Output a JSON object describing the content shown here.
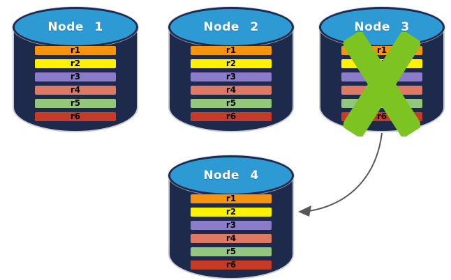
{
  "colors": {
    "cylinder_body": "#1E2A4C",
    "cylinder_top": "#2E9AD3",
    "cylinder_outline": "#C7CBDC",
    "failure_x": "#7DC423",
    "arrow": "#575757"
  },
  "nodes": [
    {
      "id": "node-1",
      "label": "Node 1",
      "failed": false,
      "replicas": [
        {
          "label": "r1",
          "color": "#F7940E"
        },
        {
          "label": "r2",
          "color": "#FEF200"
        },
        {
          "label": "r3",
          "color": "#8A7CC8"
        },
        {
          "label": "r4",
          "color": "#DE7A64"
        },
        {
          "label": "r5",
          "color": "#92C77D"
        },
        {
          "label": "r6",
          "color": "#C53B27"
        }
      ]
    },
    {
      "id": "node-2",
      "label": "Node 2",
      "failed": false,
      "replicas": [
        {
          "label": "r1",
          "color": "#F7940E"
        },
        {
          "label": "r2",
          "color": "#FEF200"
        },
        {
          "label": "r3",
          "color": "#8A7CC8"
        },
        {
          "label": "r4",
          "color": "#DE7A64"
        },
        {
          "label": "r5",
          "color": "#92C77D"
        },
        {
          "label": "r6",
          "color": "#C53B27"
        }
      ]
    },
    {
      "id": "node-3",
      "label": "Node 3",
      "failed": true,
      "replicas": [
        {
          "label": "r1",
          "color": "#F7940E"
        },
        {
          "label": "r2",
          "color": "#FEF200"
        },
        {
          "label": "r3",
          "color": "#8A7CC8"
        },
        {
          "label": "r4",
          "color": "#DE7A64"
        },
        {
          "label": "r5",
          "color": "#92C77D"
        },
        {
          "label": "r6",
          "color": "#C53B27"
        }
      ]
    },
    {
      "id": "node-4",
      "label": "Node 4",
      "failed": false,
      "replicas": [
        {
          "label": "r1",
          "color": "#F7940E"
        },
        {
          "label": "r2",
          "color": "#FEF200"
        },
        {
          "label": "r3",
          "color": "#8A7CC8"
        },
        {
          "label": "r4",
          "color": "#DE7A64"
        },
        {
          "label": "r5",
          "color": "#92C77D"
        },
        {
          "label": "r6",
          "color": "#C53B27"
        }
      ]
    }
  ]
}
